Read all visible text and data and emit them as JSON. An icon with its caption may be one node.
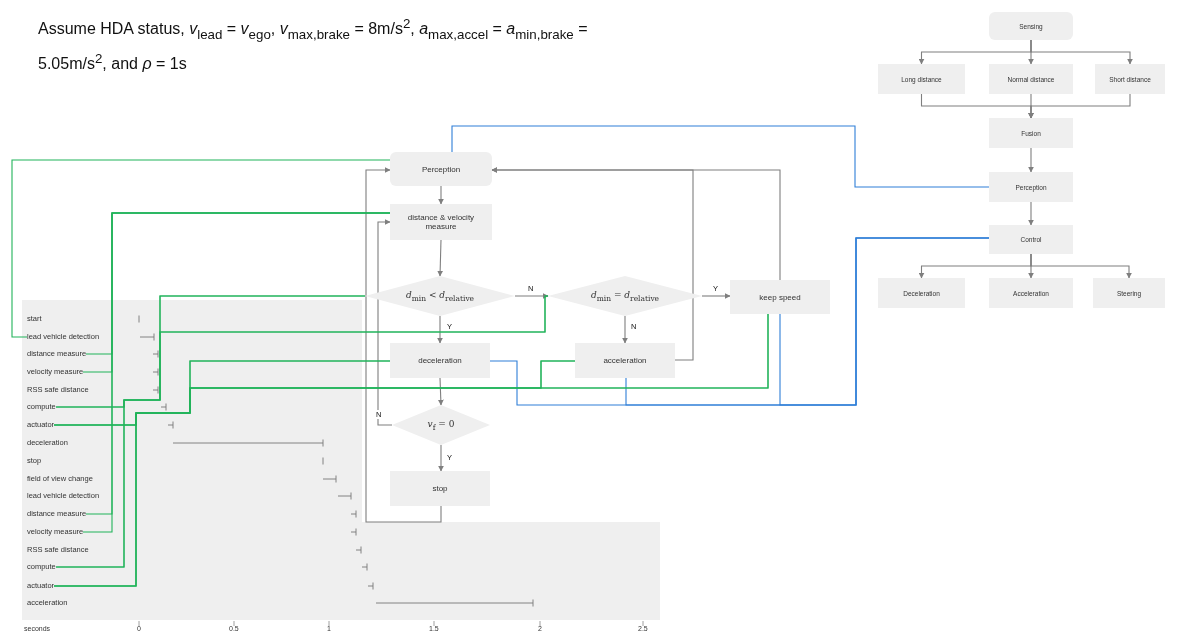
{
  "diagram": {
    "title": "Assume HDA status, *v*$_{lead}$ = *v*$_{ego}$, *v*$_{max,brake}$ = 8m/s$^{2}$, *a*$_{max,accel}$ = *a*$_{min,brake}$ = 5.05m/s$^{2}$, and *ρ* = 1s",
    "nodes": [
      {
        "text": [
          "Perception"
        ]
      },
      {
        "text": [
          "distance & velocity measure"
        ]
      },
      {
        "text": [
          "*d*$_{min}$ < *d*$_{relative}$"
        ]
      },
      {
        "text": [
          "*d*$_{min}$ = *d*$_{relative}$"
        ]
      },
      {
        "text": [
          "keep speed"
        ]
      },
      {
        "text": [
          "deceleration"
        ]
      },
      {
        "text": [
          "acceleration"
        ]
      },
      {
        "text": [
          "*v*$_{f}$ = 0"
        ]
      },
      {
        "text": [
          "stop"
        ]
      },
      {
        "text": [
          "Sensing"
        ]
      },
      {
        "text": [
          "Long distance"
        ]
      },
      {
        "text": [
          "Normal distance"
        ]
      },
      {
        "text": [
          "Short distance"
        ]
      },
      {
        "text": [
          "Fusion"
        ]
      },
      {
        "text": [
          "Perception"
        ]
      },
      {
        "text": [
          "Control"
        ]
      },
      {
        "text": [
          "Deceleration"
        ]
      },
      {
        "text": [
          "Acceleration"
        ]
      },
      {
        "text": [
          "Steering"
        ]
      },
      {
        "text": [
          "start"
        ]
      },
      {
        "text": [
          "lead vehicle detection"
        ]
      },
      {
        "text": [
          "distance measure"
        ]
      },
      {
        "text": [
          "velocity measure"
        ]
      },
      {
        "text": [
          "RSS safe distance"
        ]
      },
      {
        "text": [
          "compute"
        ]
      },
      {
        "text": [
          "actuator"
        ]
      },
      {
        "text": [
          "deceleration"
        ]
      },
      {
        "text": [
          "stop"
        ]
      },
      {
        "text": [
          "field of view change"
        ]
      },
      {
        "text": [
          "lead vehicle detection"
        ]
      },
      {
        "text": [
          "distance measure"
        ]
      },
      {
        "text": [
          "velocity measure"
        ]
      },
      {
        "text": [
          "RSS safe distance"
        ]
      },
      {
        "text": [
          "compute"
        ]
      },
      {
        "text": [
          "actuator"
        ]
      },
      {
        "text": [
          "acceleration"
        ]
      }
    ],
    "edges": [
      {
        "from": 0,
        "to": 1,
        "arrow": "to"
      },
      {
        "from": 1,
        "to": 2,
        "arrow": "to"
      },
      {
        "from": 2,
        "to": 3,
        "arrow": "to",
        "label": "N"
      },
      {
        "from": 3,
        "to": 4,
        "arrow": "to",
        "label": "Y"
      },
      {
        "from": 2,
        "to": 5,
        "arrow": "to",
        "label": "Y"
      },
      {
        "from": 3,
        "to": 6,
        "arrow": "to",
        "label": "N"
      },
      {
        "from": 5,
        "to": 7,
        "arrow": "to"
      },
      {
        "from": 7,
        "to": 8,
        "arrow": "to",
        "label": "Y"
      },
      {
        "from": 7,
        "to": 1,
        "arrow": "to",
        "label": "N"
      },
      {
        "from": 8,
        "to": 0,
        "arrow": "to"
      },
      {
        "from": 4,
        "to": 0,
        "arrow": "to"
      },
      {
        "from": 6,
        "to": 0,
        "arrow": "to"
      },
      {
        "from": 9,
        "to": 10,
        "arrow": "to"
      },
      {
        "from": 9,
        "to": 11,
        "arrow": "to"
      },
      {
        "from": 9,
        "to": 12,
        "arrow": "to"
      },
      {
        "from": 10,
        "to": 13,
        "arrow": "to"
      },
      {
        "from": 11,
        "to": 13,
        "arrow": "to"
      },
      {
        "from": 12,
        "to": 13,
        "arrow": "to"
      },
      {
        "from": 13,
        "to": 14,
        "arrow": "to"
      },
      {
        "from": 14,
        "to": 15,
        "arrow": "to"
      },
      {
        "from": 15,
        "to": 16,
        "arrow": "to"
      },
      {
        "from": 15,
        "to": 17,
        "arrow": "to"
      },
      {
        "from": 15,
        "to": 18,
        "arrow": "to"
      },
      {
        "from": 14,
        "to": 0,
        "arrow": "none",
        "color": "#2f7fd8"
      },
      {
        "from": 15,
        "to": 5,
        "arrow": "none",
        "color": "#2f7fd8"
      },
      {
        "from": 15,
        "to": 6,
        "arrow": "none",
        "color": "#2f7fd8"
      },
      {
        "from": 15,
        "to": 4,
        "arrow": "none",
        "color": "#2f7fd8"
      },
      {
        "from": 0,
        "to": 20,
        "arrow": "none",
        "color": "#21b35a"
      },
      {
        "from": 1,
        "to": 21,
        "arrow": "none",
        "color": "#21b35a"
      },
      {
        "from": 1,
        "to": 22,
        "arrow": "none",
        "color": "#21b35a"
      },
      {
        "from": 1,
        "to": 30,
        "arrow": "none",
        "color": "#21b35a"
      },
      {
        "from": 1,
        "to": 31,
        "arrow": "none",
        "color": "#21b35a"
      },
      {
        "from": 2,
        "to": 24,
        "arrow": "none",
        "color": "#21b35a"
      },
      {
        "from": 2,
        "to": 33,
        "arrow": "none",
        "color": "#21b35a"
      },
      {
        "from": 3,
        "to": 24,
        "arrow": "none",
        "color": "#21b35a"
      },
      {
        "from": 3,
        "to": 33,
        "arrow": "none",
        "color": "#21b35a"
      },
      {
        "from": 5,
        "to": 25,
        "arrow": "none",
        "color": "#21b35a"
      },
      {
        "from": 5,
        "to": 34,
        "arrow": "none",
        "color": "#21b35a"
      },
      {
        "from": 6,
        "to": 25,
        "arrow": "none",
        "color": "#21b35a"
      },
      {
        "from": 6,
        "to": 34,
        "arrow": "none",
        "color": "#21b35a"
      },
      {
        "from": 4,
        "to": 25,
        "arrow": "none",
        "color": "#21b35a"
      },
      {
        "from": 4,
        "to": 34,
        "arrow": "none",
        "color": "#21b35a"
      }
    ],
    "labels": [
      "seconds",
      "0",
      "0.5",
      "1",
      "1.5",
      "2",
      "2.5"
    ]
  }
}
